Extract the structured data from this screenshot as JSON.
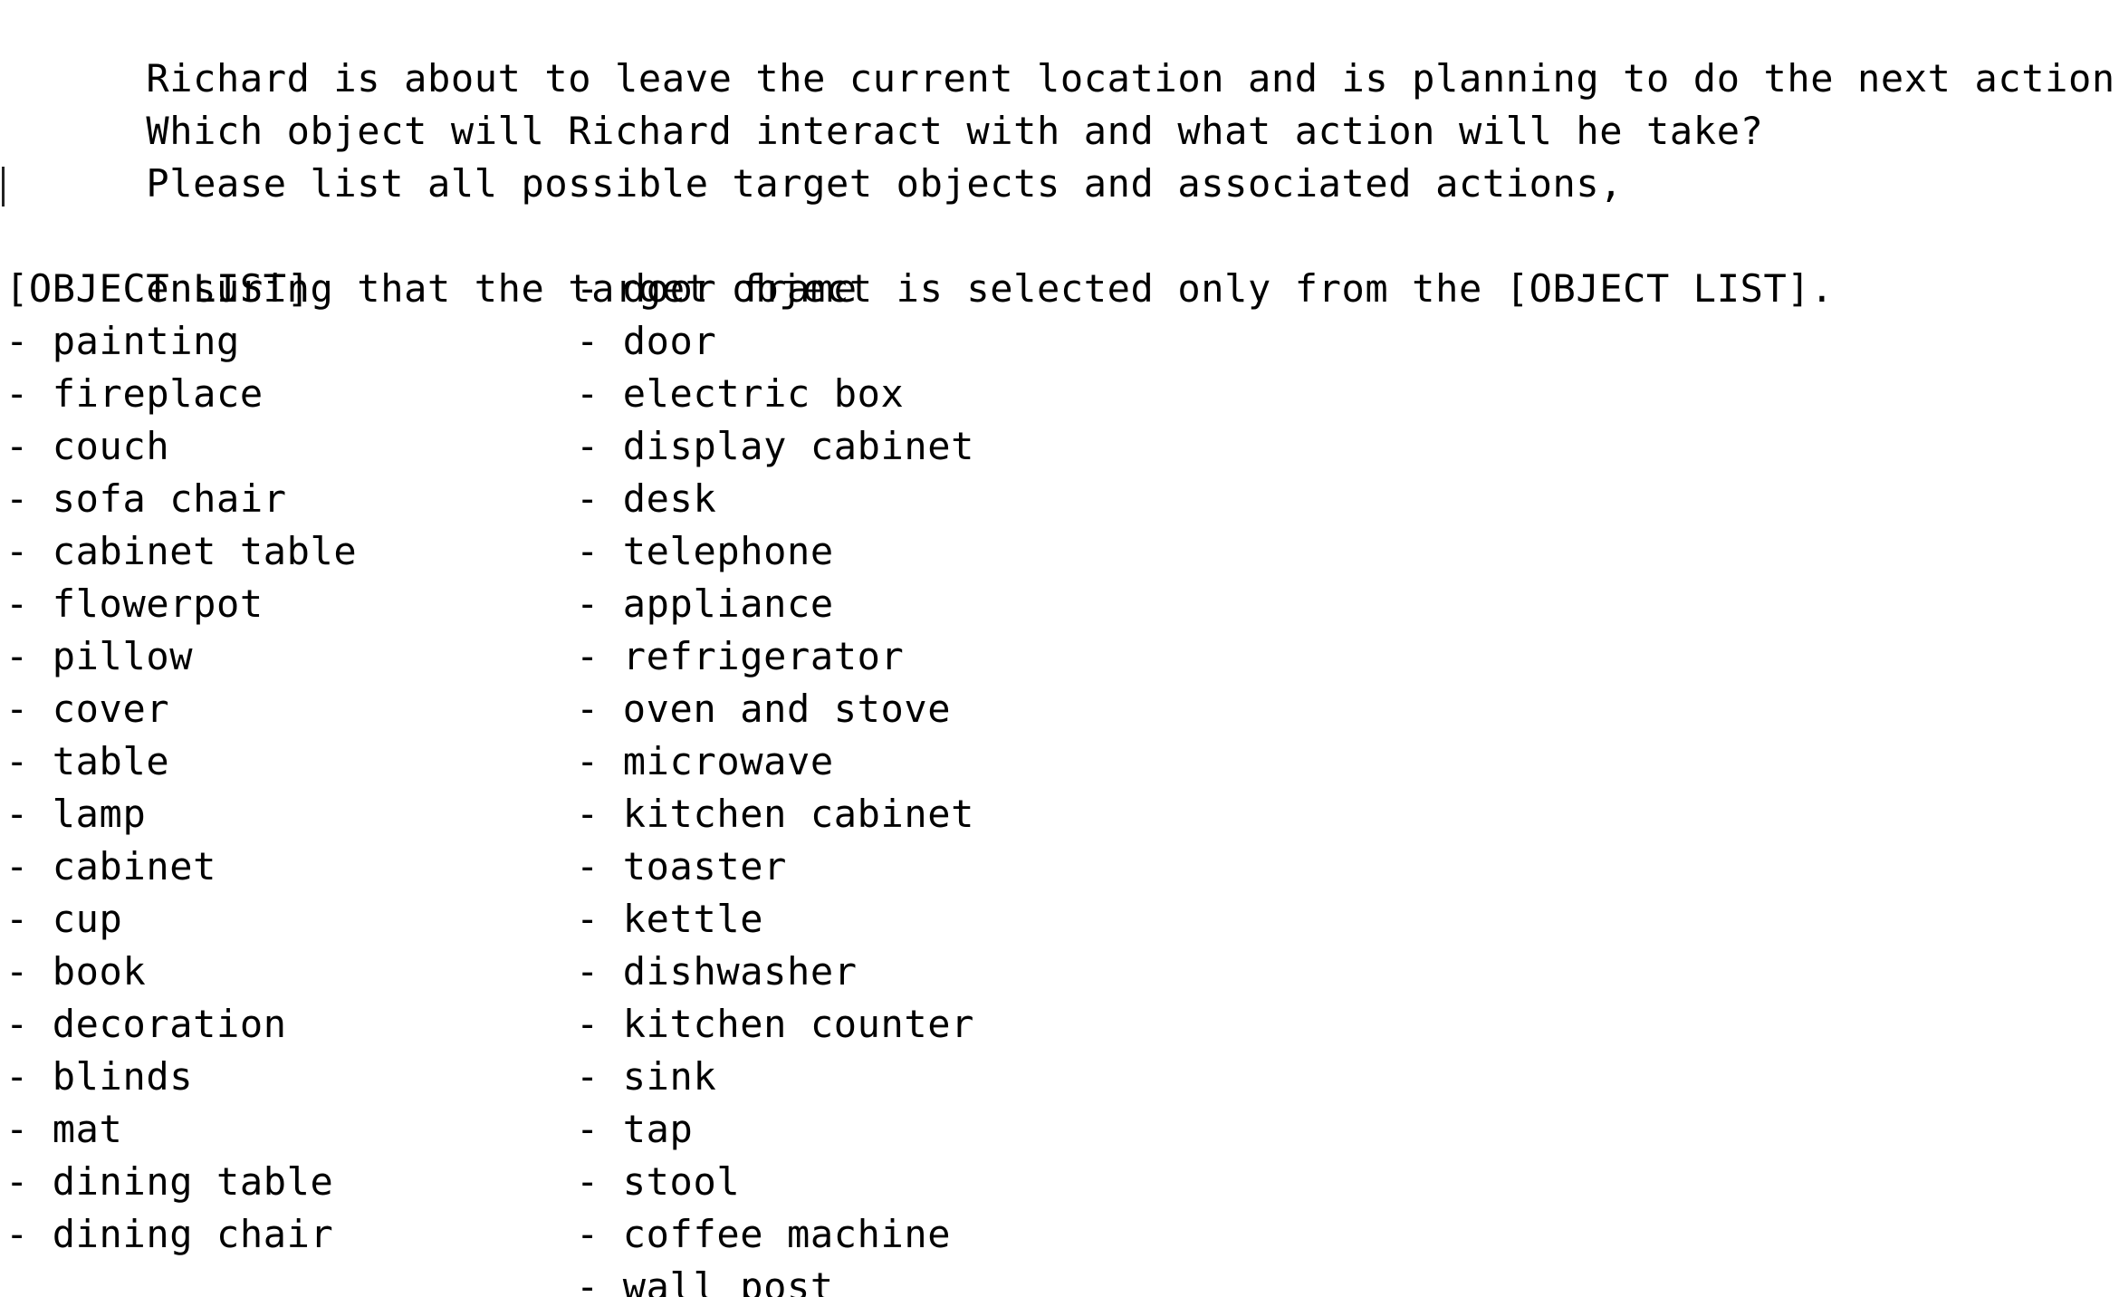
{
  "prompt": {
    "lines": [
      "Richard is about to leave the current location and is planning to do the next action.",
      "Which object will Richard interact with and what action will he take?",
      "Please list all possible target objects and associated actions,",
      "ensuring that the target object is selected only from the [OBJECT LIST]."
    ]
  },
  "object_list": {
    "heading": "[OBJECT LIST]",
    "bullet": "- ",
    "left_column": [
      "painting",
      "fireplace",
      "couch",
      "sofa chair",
      "cabinet table",
      "flowerpot",
      "pillow",
      "cover",
      "table",
      "lamp",
      "cabinet",
      "cup",
      "book",
      "decoration",
      "blinds",
      "mat",
      "dining table",
      "dining chair"
    ],
    "right_column": [
      "door frame",
      "door",
      "electric box",
      "display cabinet",
      "desk",
      "telephone",
      "appliance",
      "refrigerator",
      "oven and stove",
      "microwave",
      "kitchen cabinet",
      "toaster",
      "kettle",
      "dishwasher",
      "kitchen counter",
      "sink",
      "tap",
      "stool",
      "coffee machine",
      "wall post"
    ]
  },
  "style": {
    "background": "#ffffff",
    "text_color": "#000000",
    "caret_color": "#222222"
  }
}
